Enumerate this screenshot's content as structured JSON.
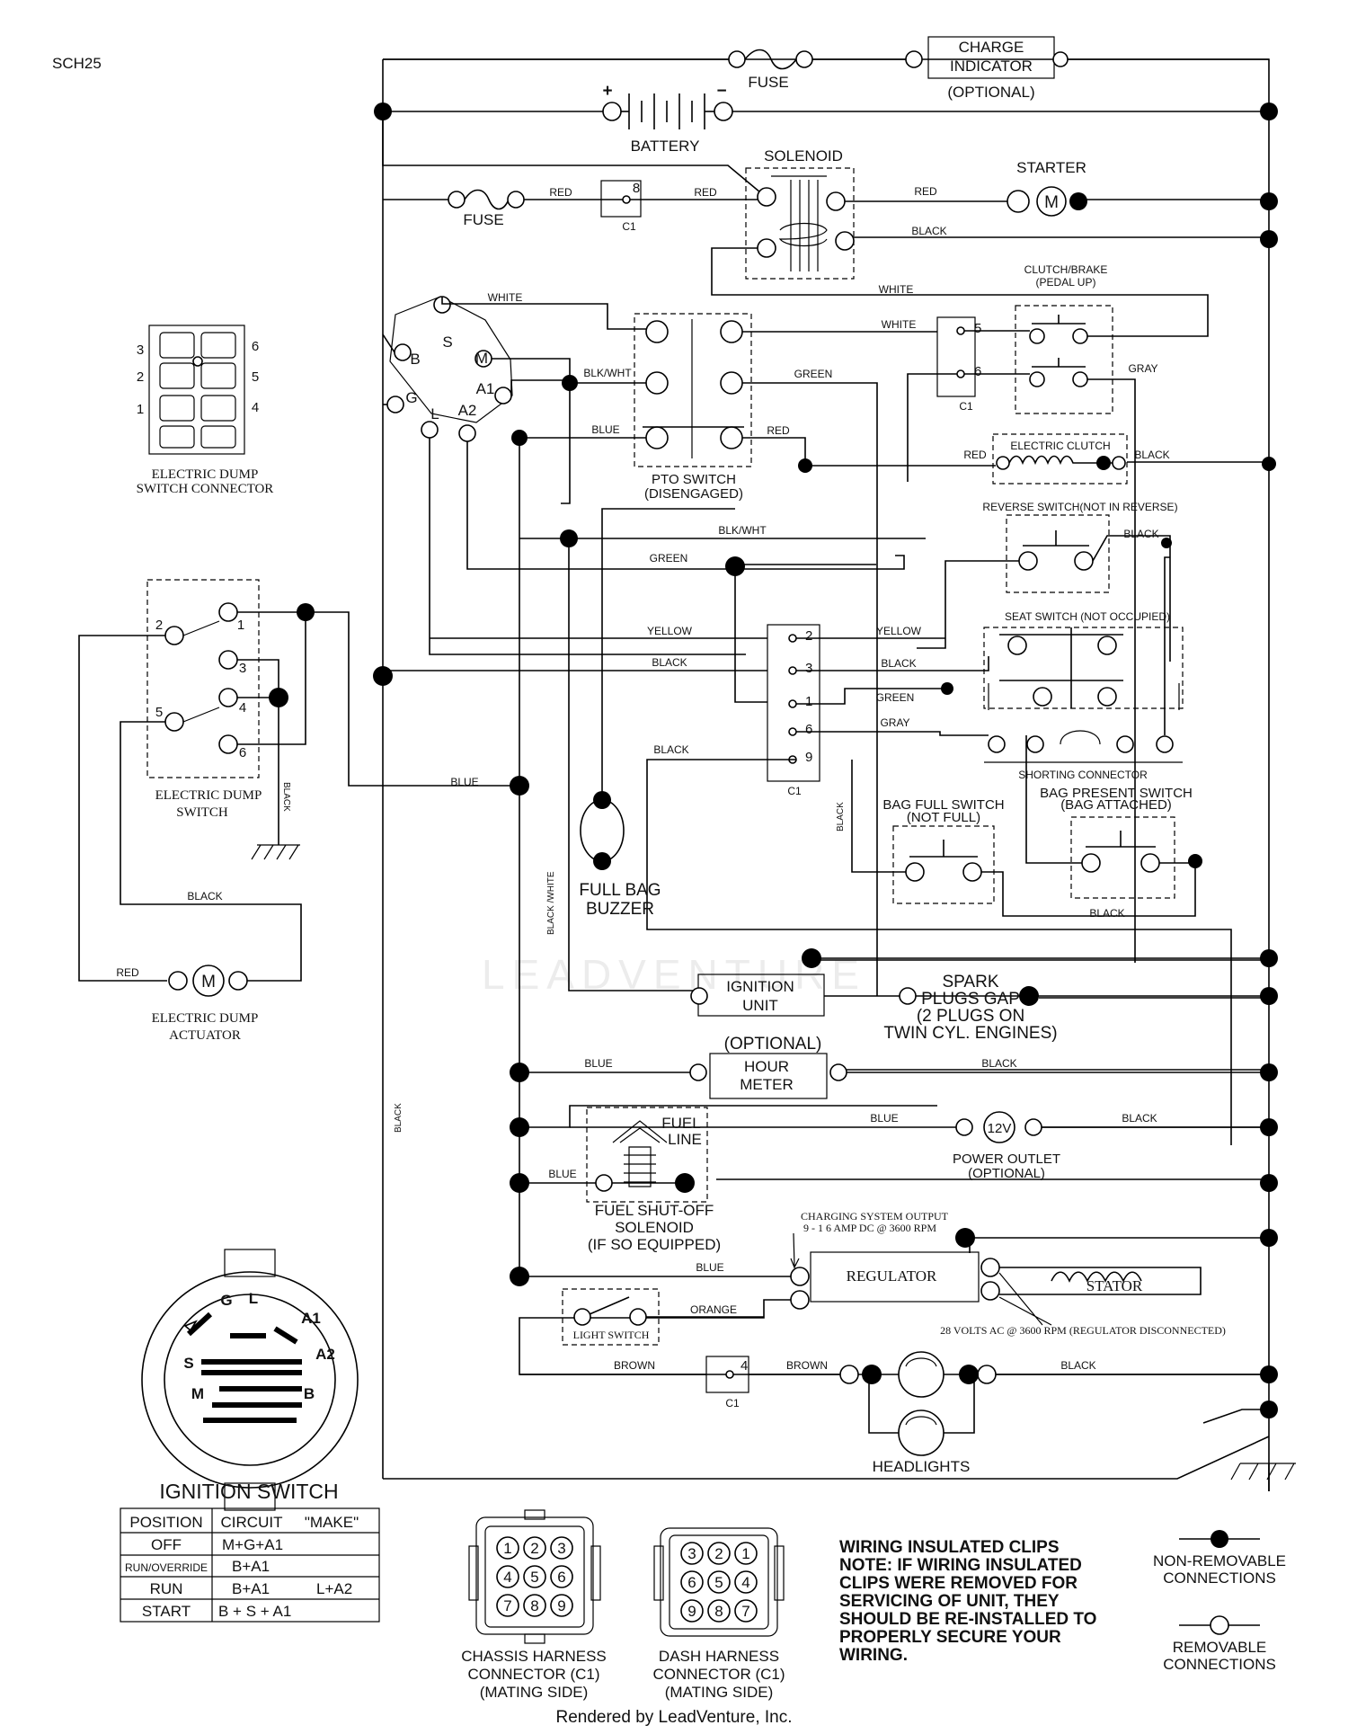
{
  "page_code": "SCH25",
  "footer": "Rendered by LeadVenture, Inc.",
  "watermark": "LEADVENTURE",
  "components": {
    "charge_indicator": [
      "CHARGE",
      "INDICATOR",
      "(OPTIONAL)"
    ],
    "fuse": "FUSE",
    "battery": "BATTERY",
    "battery_plus": "+",
    "battery_minus": "−",
    "solenoid": "SOLENOID",
    "starter": "STARTER",
    "motor_symbol": "M",
    "clutch_brake": [
      "CLUTCH/BRAKE",
      "(PEDAL UP)"
    ],
    "pto_switch": [
      "PTO SWITCH",
      "(DISENGAGED)"
    ],
    "electric_clutch": "ELECTRIC CLUTCH",
    "reverse_switch": "REVERSE SWITCH(NOT IN REVERSE)",
    "seat_switch": "SEAT SWITCH (NOT OCCUPIED)",
    "shorting_connector": "SHORTING CONNECTOR",
    "bag_full_switch": [
      "BAG FULL SWITCH",
      "(NOT FULL)"
    ],
    "bag_present_switch": [
      "BAG PRESENT SWITCH",
      "(BAG ATTACHED)"
    ],
    "full_bag_buzzer": [
      "FULL BAG",
      "BUZZER"
    ],
    "ignition_unit": [
      "IGNITION",
      "UNIT"
    ],
    "spark_plugs": [
      "SPARK",
      "PLUGS GAP",
      "(2 PLUGS ON",
      "TWIN CYL. ENGINES)"
    ],
    "hour_meter": [
      "(OPTIONAL)",
      "HOUR",
      "METER"
    ],
    "fuel_line": [
      "FUEL",
      "LINE"
    ],
    "power_outlet": [
      "12V",
      "POWER OUTLET",
      "(OPTIONAL)"
    ],
    "fuel_shutoff": [
      "FUEL SHUT-OFF",
      "SOLENOID",
      "(IF SO EQUIPPED)"
    ],
    "charging_output": [
      "CHARGING SYSTEM OUTPUT",
      "9 - 1 6 AMP DC @ 3600 RPM"
    ],
    "regulator": "REGULATOR",
    "stator": "STATOR",
    "stator_note": "28 VOLTS AC @ 3600 RPM (REGULATOR DISCONNECTED)",
    "light_switch": "LIGHT SWITCH",
    "headlights": "HEADLIGHTS",
    "c1": "C1",
    "dump_connector": [
      "ELECTRIC DUMP",
      "SWITCH CONNECTOR"
    ],
    "dump_switch": [
      "ELECTRIC DUMP",
      "SWITCH"
    ],
    "dump_actuator": [
      "ELECTRIC DUMP",
      "ACTUATOR"
    ]
  },
  "ignition_terminals": [
    "S",
    "M",
    "B",
    "A1",
    "G",
    "L",
    "A2"
  ],
  "ignition_switch_face": [
    "G",
    "L",
    "A1",
    "A2",
    "S",
    "M",
    "B"
  ],
  "wires": {
    "red": "RED",
    "black": "BLACK",
    "white": "WHITE",
    "gray": "GRAY",
    "green": "GREEN",
    "blue": "BLUE",
    "blk_wht": "BLK/WHT",
    "black_white": "BLACK /WHITE",
    "yellow": "YELLOW",
    "orange": "ORANGE",
    "brown": "BROWN"
  },
  "c1_pins": [
    "8",
    "5",
    "6",
    "2",
    "3",
    "1",
    "6",
    "9",
    "4"
  ],
  "dump_switch_pins": [
    "1",
    "2",
    "3",
    "4",
    "5",
    "6"
  ],
  "dump_connector_pins": [
    "3",
    "6",
    "2",
    "5",
    "1",
    "4"
  ],
  "ignition_switch_table": {
    "title": "IGNITION SWITCH",
    "headers": [
      "POSITION",
      "CIRCUIT",
      "\"MAKE\""
    ],
    "rows": [
      {
        "position": "OFF",
        "circuit": "M+G+A1",
        "extra": ""
      },
      {
        "position": "RUN/OVERRIDE",
        "circuit": "B+A1",
        "extra": ""
      },
      {
        "position": "RUN",
        "circuit": "B+A1",
        "extra": "L+A2"
      },
      {
        "position": "START",
        "circuit": "B + S + A1",
        "extra": ""
      }
    ]
  },
  "harness_connectors": {
    "chassis": {
      "label": [
        "CHASSIS HARNESS",
        "CONNECTOR (C1)",
        "(MATING SIDE)"
      ],
      "pins": [
        "1",
        "2",
        "3",
        "4",
        "5",
        "6",
        "7",
        "8",
        "9"
      ]
    },
    "dash": {
      "label": [
        "DASH HARNESS",
        "CONNECTOR (C1)",
        "(MATING SIDE)"
      ],
      "pins": [
        "3",
        "2",
        "1",
        "6",
        "5",
        "4",
        "9",
        "8",
        "7"
      ]
    }
  },
  "notes": {
    "clips": [
      "WIRING INSULATED CLIPS",
      "NOTE: IF WIRING INSULATED",
      "CLIPS WERE REMOVED FOR",
      "SERVICING OF UNIT, THEY",
      "SHOULD BE RE-INSTALLED TO",
      "PROPERLY SECURE YOUR",
      "WIRING."
    ],
    "non_removable": [
      "NON-REMOVABLE",
      "CONNECTIONS"
    ],
    "removable": [
      "REMOVABLE",
      "CONNECTIONS"
    ]
  }
}
